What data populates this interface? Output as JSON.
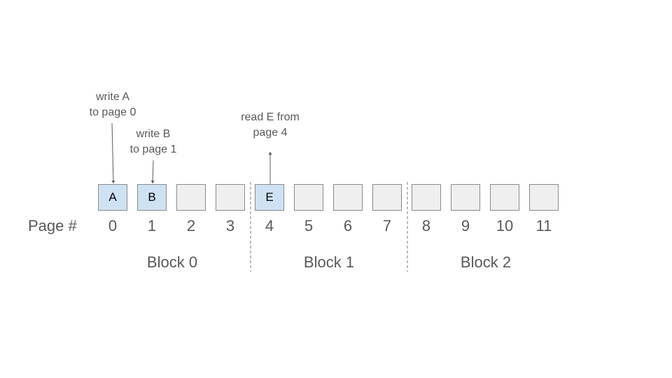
{
  "row_label": "Page #",
  "pages": [
    {
      "number": "0",
      "content": "A",
      "state": "filled"
    },
    {
      "number": "1",
      "content": "B",
      "state": "filled"
    },
    {
      "number": "2",
      "content": "",
      "state": "empty"
    },
    {
      "number": "3",
      "content": "",
      "state": "empty"
    },
    {
      "number": "4",
      "content": "E",
      "state": "filled"
    },
    {
      "number": "5",
      "content": "",
      "state": "empty"
    },
    {
      "number": "6",
      "content": "",
      "state": "empty"
    },
    {
      "number": "7",
      "content": "",
      "state": "empty"
    },
    {
      "number": "8",
      "content": "",
      "state": "empty"
    },
    {
      "number": "9",
      "content": "",
      "state": "empty"
    },
    {
      "number": "10",
      "content": "",
      "state": "empty"
    },
    {
      "number": "11",
      "content": "",
      "state": "empty"
    }
  ],
  "blocks": [
    {
      "label": "Block 0"
    },
    {
      "label": "Block 1"
    },
    {
      "label": "Block 2"
    }
  ],
  "annotations": {
    "write_a": {
      "line1": "write A",
      "line2": "to page 0"
    },
    "write_b": {
      "line1": "write B",
      "line2": "to page 1"
    },
    "read_e": {
      "line1": "read E from",
      "line2": "page 4"
    }
  },
  "colors": {
    "filled_page": "#cfe2f3",
    "empty_page": "#efefef",
    "border": "#8a8a8a",
    "text_gray": "#595959"
  }
}
